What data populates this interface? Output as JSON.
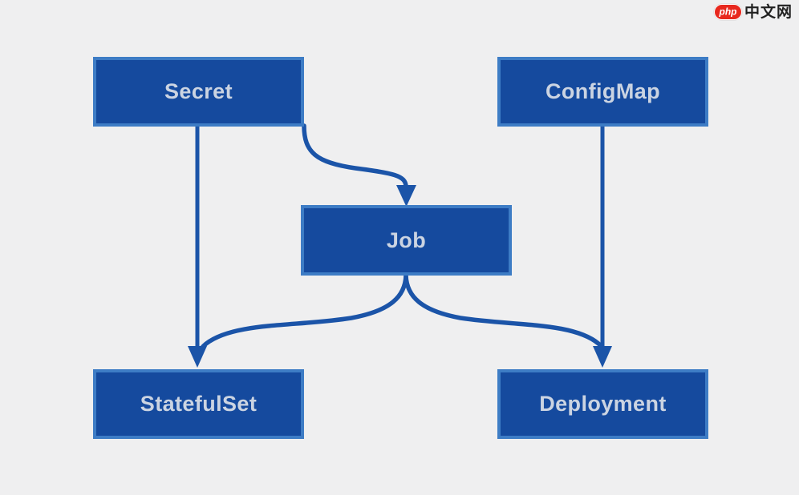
{
  "page": {
    "background": "#efeff0"
  },
  "watermark": {
    "logo_text": "php",
    "site_name": "中文网",
    "logo_color": "#e8281e",
    "text_color": "#202020"
  },
  "diagram": {
    "type": "flowchart",
    "node_fill": "#154a9e",
    "node_border": "#3d7cc5",
    "node_text_color": "#cbd4e2",
    "arrow_color": "#1b54a8",
    "nodes": [
      {
        "id": "secret",
        "label": "Secret"
      },
      {
        "id": "configmap",
        "label": "ConfigMap"
      },
      {
        "id": "job",
        "label": "Job"
      },
      {
        "id": "statefulset",
        "label": "StatefulSet"
      },
      {
        "id": "deployment",
        "label": "Deployment"
      }
    ],
    "edges": [
      {
        "from": "secret",
        "to": "statefulset"
      },
      {
        "from": "secret",
        "to": "job"
      },
      {
        "from": "configmap",
        "to": "deployment"
      },
      {
        "from": "job",
        "to": "statefulset"
      },
      {
        "from": "job",
        "to": "deployment"
      }
    ]
  }
}
